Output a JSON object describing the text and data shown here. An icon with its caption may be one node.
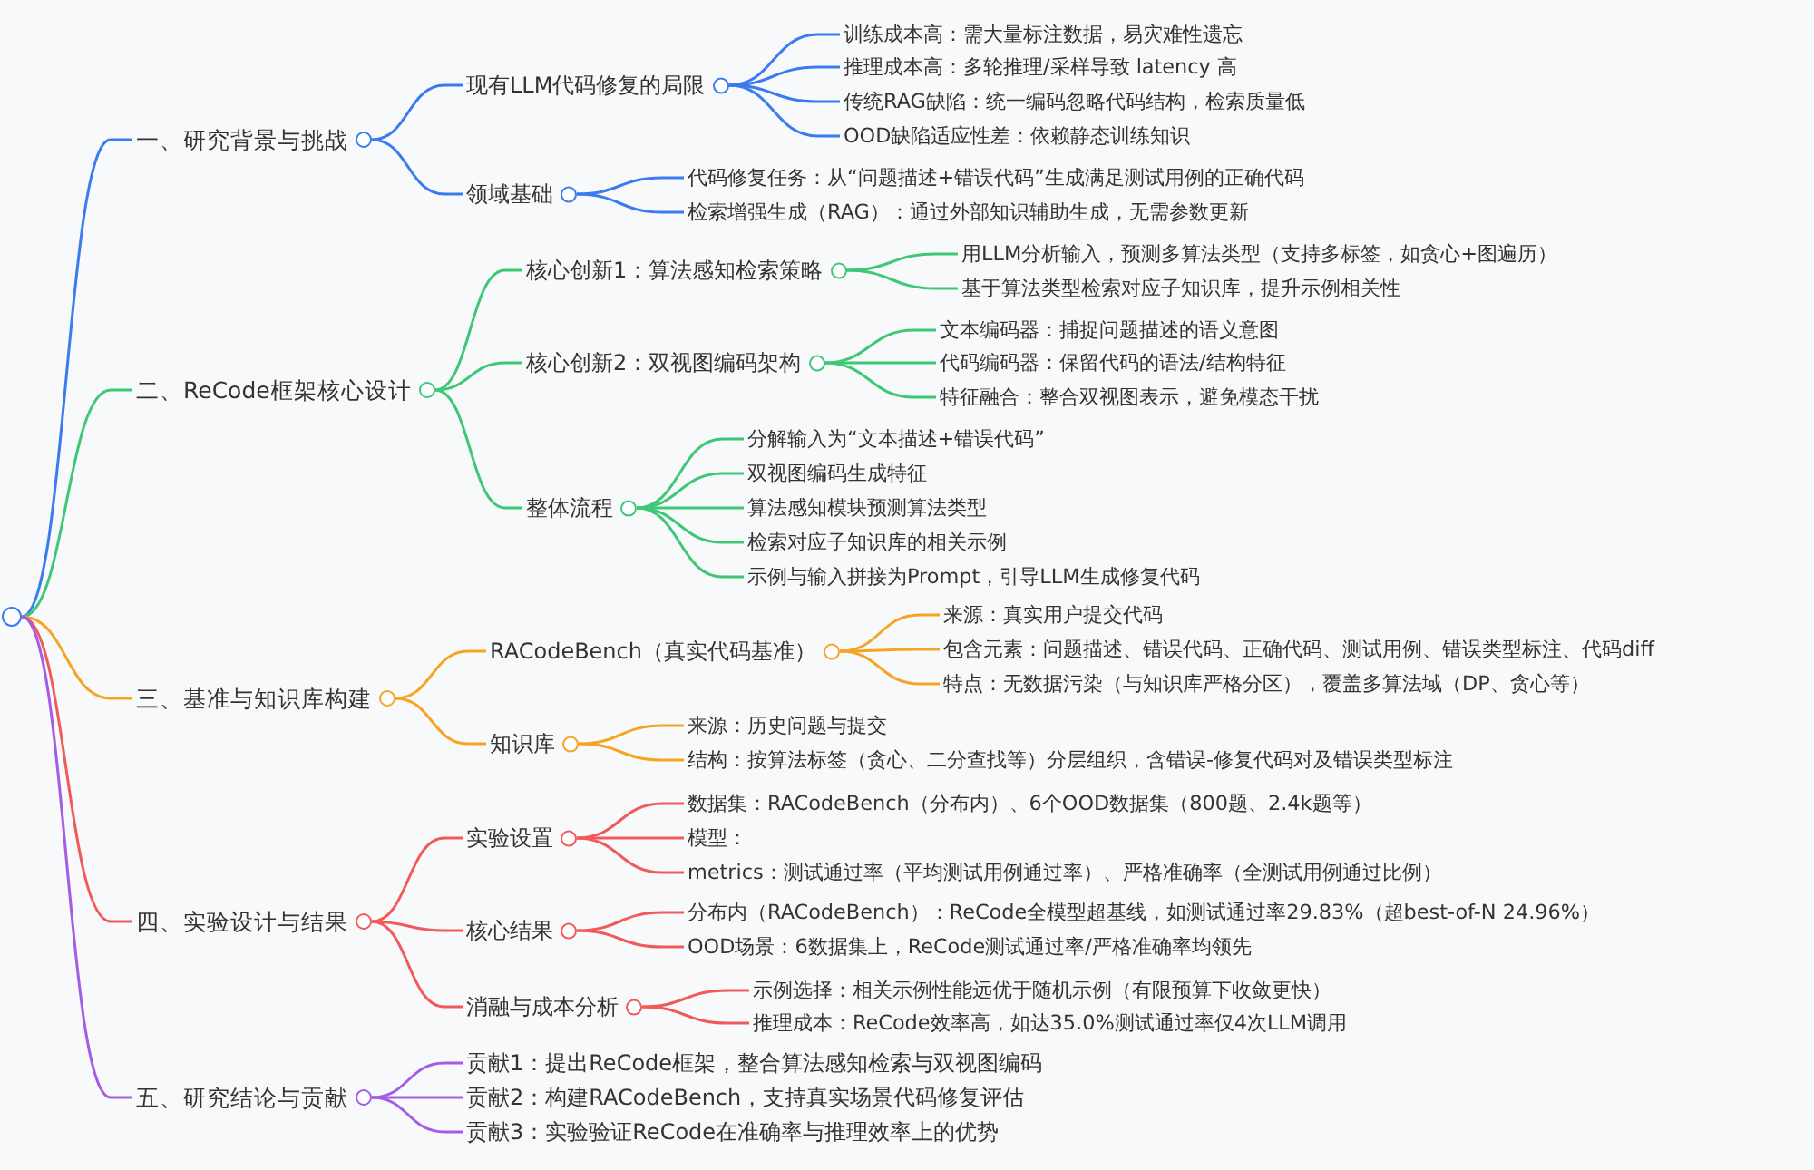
{
  "diagram": {
    "nodes": [
      {
        "text": [],
        "shape": "circle"
      },
      {
        "text": [
          "一、研究背景与挑战"
        ]
      },
      {
        "text": [
          "现有LLM代码修复的局限"
        ]
      },
      {
        "text": [
          "训练成本高：需大量标注数据，易灾难性遗忘"
        ]
      },
      {
        "text": [
          "推理成本高：多轮推理/采样导致 latency 高"
        ]
      },
      {
        "text": [
          "传统RAG缺陷：统一编码忽略代码结构，检索质量低"
        ]
      },
      {
        "text": [
          "OOD缺陷适应性差：依赖静态训练知识"
        ]
      },
      {
        "text": [
          "领域基础"
        ]
      },
      {
        "text": [
          "代码修复任务：从“问题描述+错误代码”生成满足测试用例的正确代码"
        ]
      },
      {
        "text": [
          "检索增强生成（RAG）：通过外部知识辅助生成，无需参数更新"
        ]
      },
      {
        "text": [
          "二、ReCode框架核心设计"
        ]
      },
      {
        "text": [
          "核心创新1：算法感知检索策略"
        ]
      },
      {
        "text": [
          "用LLM分析输入，预测多算法类型（支持多标签，如贪心+图遍历）"
        ]
      },
      {
        "text": [
          "基于算法类型检索对应子知识库，提升示例相关性"
        ]
      },
      {
        "text": [
          "核心创新2：双视图编码架构"
        ]
      },
      {
        "text": [
          "文本编码器：捕捉问题描述的语义意图"
        ]
      },
      {
        "text": [
          "代码编码器：保留代码的语法/结构特征"
        ]
      },
      {
        "text": [
          "特征融合：整合双视图表示，避免模态干扰"
        ]
      },
      {
        "text": [
          "整体流程"
        ]
      },
      {
        "text": [
          "分解输入为“文本描述+错误代码”"
        ]
      },
      {
        "text": [
          "双视图编码生成特征"
        ]
      },
      {
        "text": [
          "算法感知模块预测算法类型"
        ]
      },
      {
        "text": [
          "检索对应子知识库的相关示例"
        ]
      },
      {
        "text": [
          "示例与输入拼接为Prompt，引导LLM生成修复代码"
        ]
      },
      {
        "text": [
          "三、基准与知识库构建"
        ]
      },
      {
        "text": [
          "RACodeBench（真实代码基准）"
        ]
      },
      {
        "text": [
          "来源：真实用户提交代码"
        ]
      },
      {
        "text": [
          "包含元素：问题描述、错误代码、正确代码、测试用例、错误类型标注、代码diff"
        ]
      },
      {
        "text": [
          "特点：无数据污染（与知识库严格分区），覆盖多算法域（DP、贪心等）"
        ]
      },
      {
        "text": [
          "知识库"
        ]
      },
      {
        "text": [
          "来源：历史问题与提交"
        ]
      },
      {
        "text": [
          "结构：按算法标签（贪心、二分查找等）分层组织，含错误-修复代码对及错误类型标注"
        ]
      },
      {
        "text": [
          "四、实验设计与结果"
        ]
      },
      {
        "text": [
          "实验设置"
        ]
      },
      {
        "text": [
          "数据集：RACodeBench（分布内）、6个OOD数据集（800题、2.4k题等）"
        ]
      },
      {
        "text": [
          "模型："
        ]
      },
      {
        "text": [
          "metrics：测试通过率（平均测试用例通过率）、严格准确率（全测试用例通过比例）"
        ]
      },
      {
        "text": [
          "核心结果"
        ]
      },
      {
        "text": [
          "分布内（RACodeBench）：ReCode全模型超基线，如测试通过率29.83%（超best-of-N 24.96%）"
        ]
      },
      {
        "text": [
          "OOD场景：6数据集上，ReCode测试通过率/严格准确率均领先"
        ]
      },
      {
        "text": [
          "消融与成本分析"
        ]
      },
      {
        "text": [
          "示例选择：相关示例性能远优于随机示例（有限预算下收敛更快）"
        ]
      },
      {
        "text": [
          "推理成本：ReCode效率高，如达35.0%测试通过率仅4次LLM调用"
        ]
      },
      {
        "text": [
          "五、研究结论与贡献"
        ]
      },
      {
        "text": [
          "贡献1：提出ReCode框架，整合算法感知检索与双视图编码"
        ]
      },
      {
        "text": [
          "贡献2：构建RACodeBench，支持真实场景代码修复评估"
        ]
      },
      {
        "text": [
          "贡献3：实验验证ReCode在准确率与推理效率上的优势"
        ]
      }
    ],
    "edges": [
      {
        "from": 0,
        "to": 1,
        "arrow": "none",
        "color": "#3a7bf0"
      },
      {
        "from": 1,
        "to": 2,
        "arrow": "none",
        "color": "#3a7bf0"
      },
      {
        "from": 2,
        "to": 3,
        "arrow": "none",
        "color": "#3a7bf0"
      },
      {
        "from": 2,
        "to": 4,
        "arrow": "none",
        "color": "#3a7bf0"
      },
      {
        "from": 2,
        "to": 5,
        "arrow": "none",
        "color": "#3a7bf0"
      },
      {
        "from": 2,
        "to": 6,
        "arrow": "none",
        "color": "#3a7bf0"
      },
      {
        "from": 1,
        "to": 7,
        "arrow": "none",
        "color": "#3a7bf0"
      },
      {
        "from": 7,
        "to": 8,
        "arrow": "none",
        "color": "#3a7bf0"
      },
      {
        "from": 7,
        "to": 9,
        "arrow": "none",
        "color": "#3a7bf0"
      },
      {
        "from": 0,
        "to": 10,
        "arrow": "none",
        "color": "#3ec777"
      },
      {
        "from": 10,
        "to": 11,
        "arrow": "none",
        "color": "#3ec777"
      },
      {
        "from": 11,
        "to": 12,
        "arrow": "none",
        "color": "#3ec777"
      },
      {
        "from": 11,
        "to": 13,
        "arrow": "none",
        "color": "#3ec777"
      },
      {
        "from": 10,
        "to": 14,
        "arrow": "none",
        "color": "#3ec777"
      },
      {
        "from": 14,
        "to": 15,
        "arrow": "none",
        "color": "#3ec777"
      },
      {
        "from": 14,
        "to": 16,
        "arrow": "none",
        "color": "#3ec777"
      },
      {
        "from": 14,
        "to": 17,
        "arrow": "none",
        "color": "#3ec777"
      },
      {
        "from": 10,
        "to": 18,
        "arrow": "none",
        "color": "#3ec777"
      },
      {
        "from": 18,
        "to": 19,
        "arrow": "none",
        "color": "#3ec777"
      },
      {
        "from": 18,
        "to": 20,
        "arrow": "none",
        "color": "#3ec777"
      },
      {
        "from": 18,
        "to": 21,
        "arrow": "none",
        "color": "#3ec777"
      },
      {
        "from": 18,
        "to": 22,
        "arrow": "none",
        "color": "#3ec777"
      },
      {
        "from": 18,
        "to": 23,
        "arrow": "none",
        "color": "#3ec777"
      },
      {
        "from": 0,
        "to": 24,
        "arrow": "none",
        "color": "#f5a524"
      },
      {
        "from": 24,
        "to": 25,
        "arrow": "none",
        "color": "#f5a524"
      },
      {
        "from": 25,
        "to": 26,
        "arrow": "none",
        "color": "#f5a524"
      },
      {
        "from": 25,
        "to": 27,
        "arrow": "none",
        "color": "#f5a524"
      },
      {
        "from": 25,
        "to": 28,
        "arrow": "none",
        "color": "#f5a524"
      },
      {
        "from": 24,
        "to": 29,
        "arrow": "none",
        "color": "#f5a524"
      },
      {
        "from": 29,
        "to": 30,
        "arrow": "none",
        "color": "#f5a524"
      },
      {
        "from": 29,
        "to": 31,
        "arrow": "none",
        "color": "#f5a524"
      },
      {
        "from": 0,
        "to": 32,
        "arrow": "none",
        "color": "#f05a5a"
      },
      {
        "from": 32,
        "to": 33,
        "arrow": "none",
        "color": "#f05a5a"
      },
      {
        "from": 33,
        "to": 34,
        "arrow": "none",
        "color": "#f05a5a"
      },
      {
        "from": 33,
        "to": 35,
        "arrow": "none",
        "color": "#f05a5a"
      },
      {
        "from": 33,
        "to": 36,
        "arrow": "none",
        "color": "#f05a5a"
      },
      {
        "from": 32,
        "to": 37,
        "arrow": "none",
        "color": "#f05a5a"
      },
      {
        "from": 37,
        "to": 38,
        "arrow": "none",
        "color": "#f05a5a"
      },
      {
        "from": 37,
        "to": 39,
        "arrow": "none",
        "color": "#f05a5a"
      },
      {
        "from": 32,
        "to": 40,
        "arrow": "none",
        "color": "#f05a5a"
      },
      {
        "from": 40,
        "to": 41,
        "arrow": "none",
        "color": "#f05a5a"
      },
      {
        "from": 40,
        "to": 42,
        "arrow": "none",
        "color": "#f05a5a"
      },
      {
        "from": 0,
        "to": 43,
        "arrow": "none",
        "color": "#a35ce4"
      },
      {
        "from": 43,
        "to": 44,
        "arrow": "none",
        "color": "#a35ce4"
      },
      {
        "from": 43,
        "to": 45,
        "arrow": "none",
        "color": "#a35ce4"
      },
      {
        "from": 43,
        "to": 46,
        "arrow": "none",
        "color": "#a35ce4"
      }
    ]
  }
}
